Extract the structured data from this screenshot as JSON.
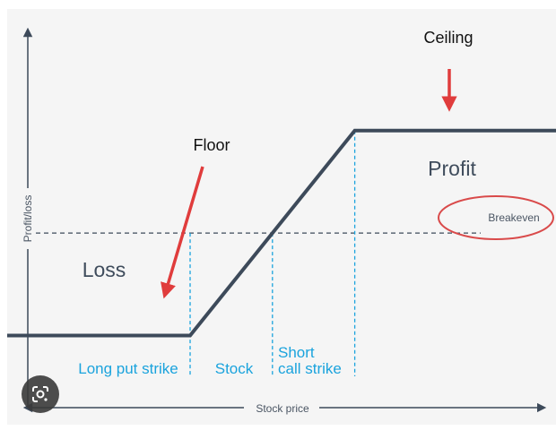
{
  "chart_data": {
    "type": "line",
    "xlabel": "Stock price",
    "ylabel": "Profit/loss",
    "breakeven_label": "Breakeven",
    "regions": {
      "loss": "Loss",
      "profit": "Profit"
    },
    "annotations": {
      "floor": "Floor",
      "ceiling": "Ceiling"
    },
    "strikes": [
      {
        "label": "Long put strike",
        "x": 1
      },
      {
        "label": "Stock",
        "x": 1.45
      },
      {
        "label": "Short call strike",
        "lines": [
          "Short",
          "call strike"
        ],
        "x": 1.9
      }
    ],
    "series": [
      {
        "x": [
          0,
          1,
          1.9,
          3
        ],
        "y": [
          -1,
          -1,
          1,
          1
        ]
      }
    ],
    "breakeven_y": 0,
    "xlim": [
      0,
      3
    ],
    "ylim": [
      -1.8,
      2.1
    ],
    "colors": {
      "payoff": "#3d4a5a",
      "strike_lines": "#1aa3dd",
      "arrows": "#e03c3c",
      "breakeven_circle": "#d94a4a",
      "background": "#f5f5f5"
    }
  },
  "lens_icon": "google-lens-icon"
}
